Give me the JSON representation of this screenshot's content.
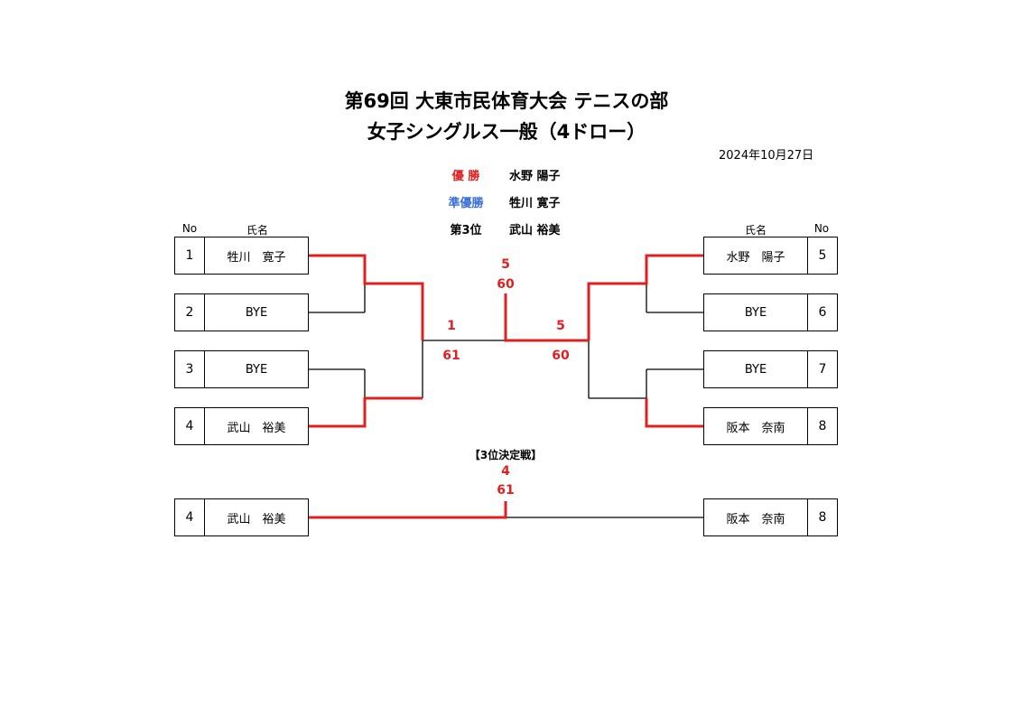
{
  "header": {
    "title_line1": "第69回 大東市民体育大会 テニスの部",
    "title_line2": "女子シングルス一般（4ドロー）",
    "date": "2024年10月27日"
  },
  "results": [
    {
      "label": "優 勝",
      "name": "水野 陽子",
      "color": "#e02020"
    },
    {
      "label": "準優勝",
      "name": "牲川 寛子",
      "color": "#3a6fd8"
    },
    {
      "label": "第3位",
      "name": "武山 裕美",
      "color": "#000000"
    }
  ],
  "columns": {
    "no": "No",
    "name": "氏名"
  },
  "left_entries": [
    {
      "no": "1",
      "name": "牲川　寛子"
    },
    {
      "no": "2",
      "name": "BYE"
    },
    {
      "no": "3",
      "name": "BYE"
    },
    {
      "no": "4",
      "name": "武山　裕美"
    }
  ],
  "right_entries": [
    {
      "no": "5",
      "name": "水野　陽子"
    },
    {
      "no": "6",
      "name": "BYE"
    },
    {
      "no": "7",
      "name": "BYE"
    },
    {
      "no": "8",
      "name": "阪本　奈南"
    }
  ],
  "scores": {
    "final_top": "5",
    "final_score": "60",
    "semi_left_winner": "1",
    "semi_left_score": "61",
    "semi_right_winner": "5",
    "semi_right_score": "60"
  },
  "third_place": {
    "title": "【3位決定戦】",
    "winner": "4",
    "score": "61",
    "left": {
      "no": "4",
      "name": "武山　裕美"
    },
    "right": {
      "no": "8",
      "name": "阪本　奈南"
    }
  },
  "colors": {
    "highlight": "#e02020",
    "line": "#000000"
  }
}
